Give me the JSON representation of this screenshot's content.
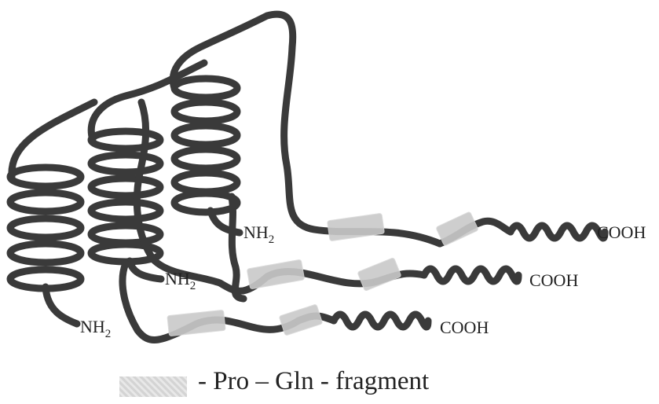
{
  "labels": {
    "n_terminus": "NH",
    "n_terminus_subscript": "2",
    "c_terminus": "COOH"
  },
  "legend": {
    "text": "- Pro – Gln - fragment"
  },
  "colors": {
    "strand": "#3a3a3a",
    "fragment": "#c9c9c9"
  }
}
